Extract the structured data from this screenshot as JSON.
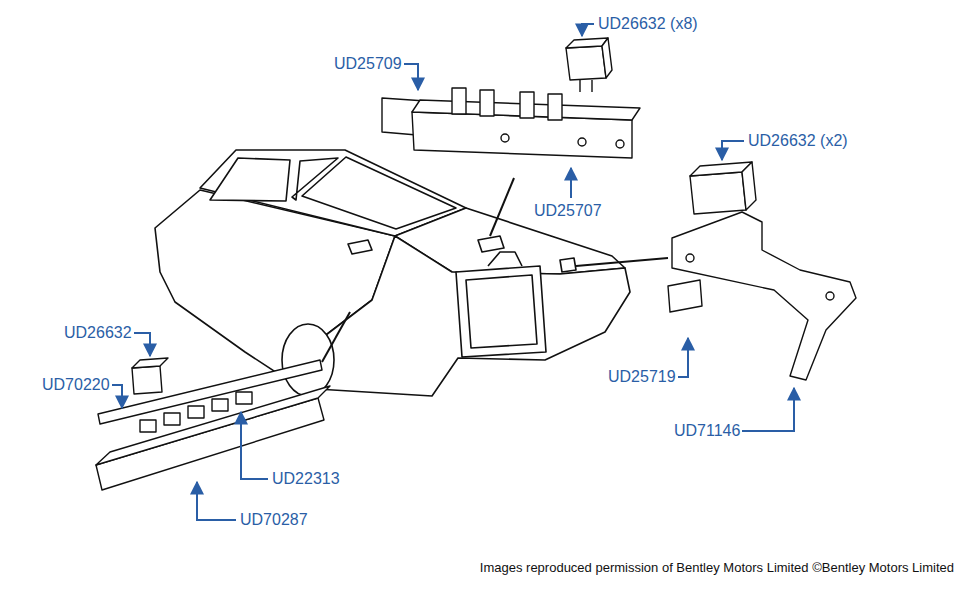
{
  "diagram": {
    "caption": "Images reproduced permission of Bentley Motors Limited ©Bentley Motors Limited",
    "labels": [
      "UD26632 (x8)",
      "UD25709",
      "UD26632 (x2)",
      "UD25707",
      "UD26632",
      "UD70220",
      "UD25719",
      "UD22313",
      "UD71146",
      "UD70287"
    ]
  }
}
